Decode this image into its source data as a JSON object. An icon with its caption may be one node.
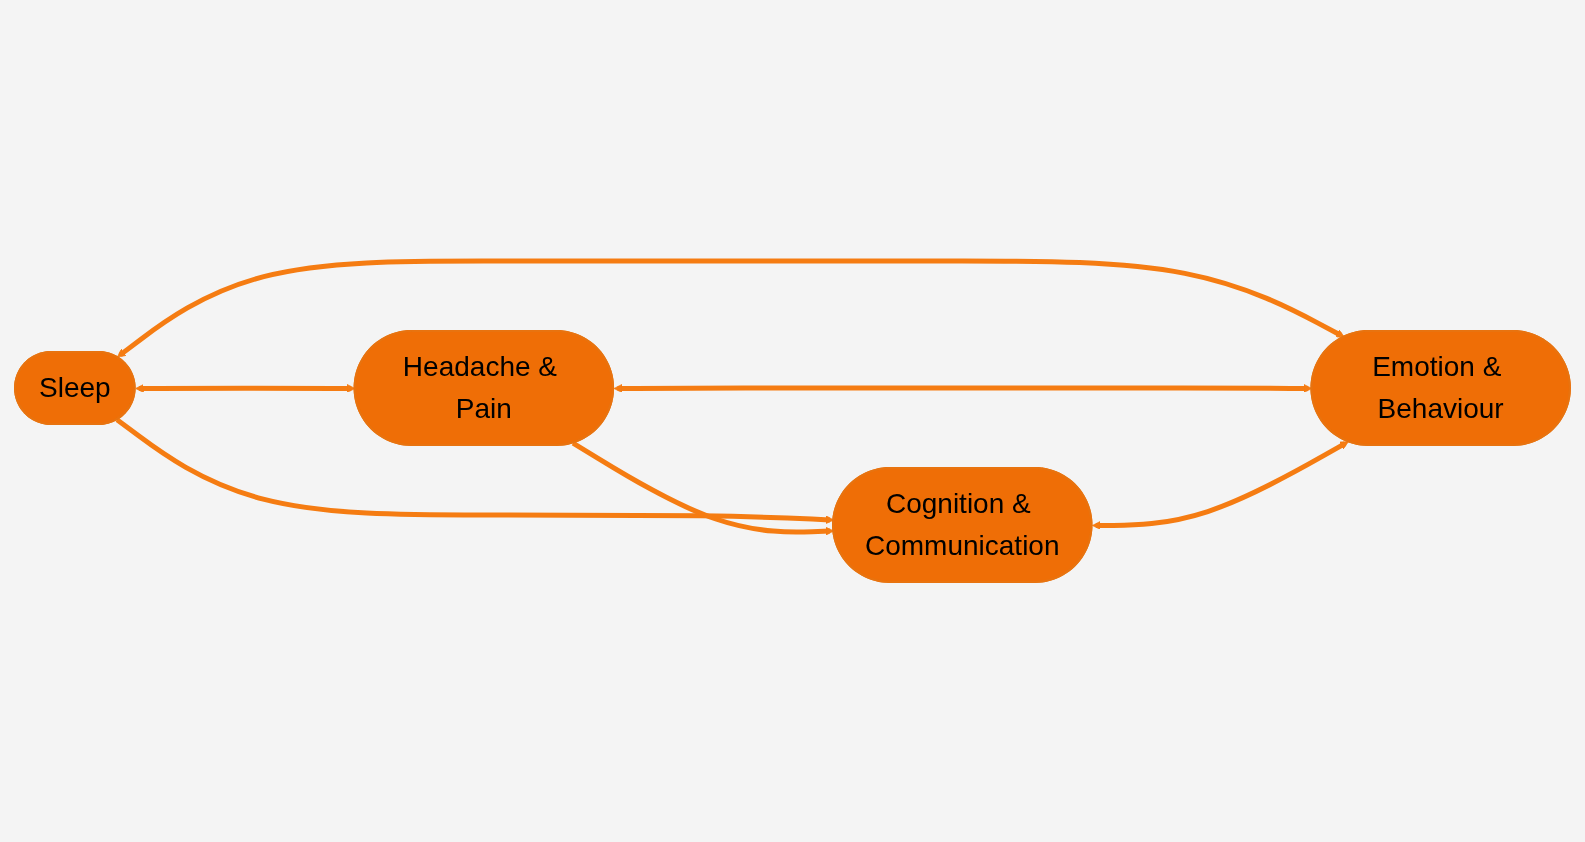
{
  "diagram": {
    "nodes": [
      {
        "text": [
          "Sleep"
        ]
      },
      {
        "text": [
          "Headache & Pain"
        ]
      },
      {
        "text": [
          "Cognition & Communication"
        ]
      },
      {
        "text": [
          "Emotion & Behaviour"
        ]
      }
    ],
    "edges": [
      {
        "from": 0,
        "to": 1,
        "arrow": "both"
      },
      {
        "from": 0,
        "to": 2,
        "arrow": "to"
      },
      {
        "from": 0,
        "to": 3,
        "arrow": "both"
      },
      {
        "from": 1,
        "to": 2,
        "arrow": "to"
      },
      {
        "from": 1,
        "to": 3,
        "arrow": "both"
      },
      {
        "from": 2,
        "to": 3,
        "arrow": "both"
      }
    ]
  }
}
